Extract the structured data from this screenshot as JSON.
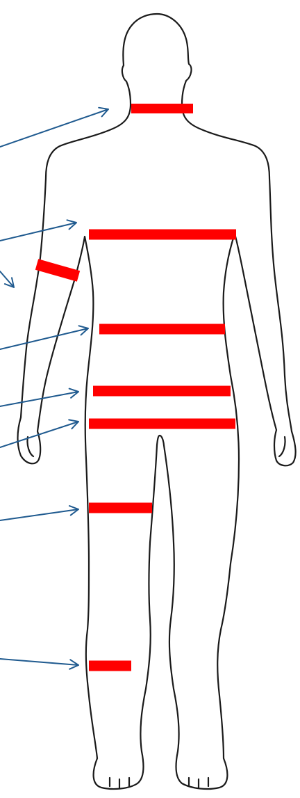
{
  "colors": {
    "background": "#ffffff",
    "outline": "#1a1a1a",
    "marker": "#ff0000",
    "arrow": "#1f5a8f"
  },
  "markers": [
    {
      "name": "neck-marker"
    },
    {
      "name": "chest-marker"
    },
    {
      "name": "bicep-marker"
    },
    {
      "name": "waist-marker"
    },
    {
      "name": "belly-marker"
    },
    {
      "name": "hip-marker"
    },
    {
      "name": "thigh-marker"
    },
    {
      "name": "calf-marker"
    }
  ],
  "arrows": [
    {
      "name": "neck-arrow"
    },
    {
      "name": "chest-arrow"
    },
    {
      "name": "bicep-arrow"
    },
    {
      "name": "waist-arrow"
    },
    {
      "name": "belly-arrow"
    },
    {
      "name": "hip-arrow"
    },
    {
      "name": "thigh-arrow"
    },
    {
      "name": "calf-arrow"
    }
  ]
}
